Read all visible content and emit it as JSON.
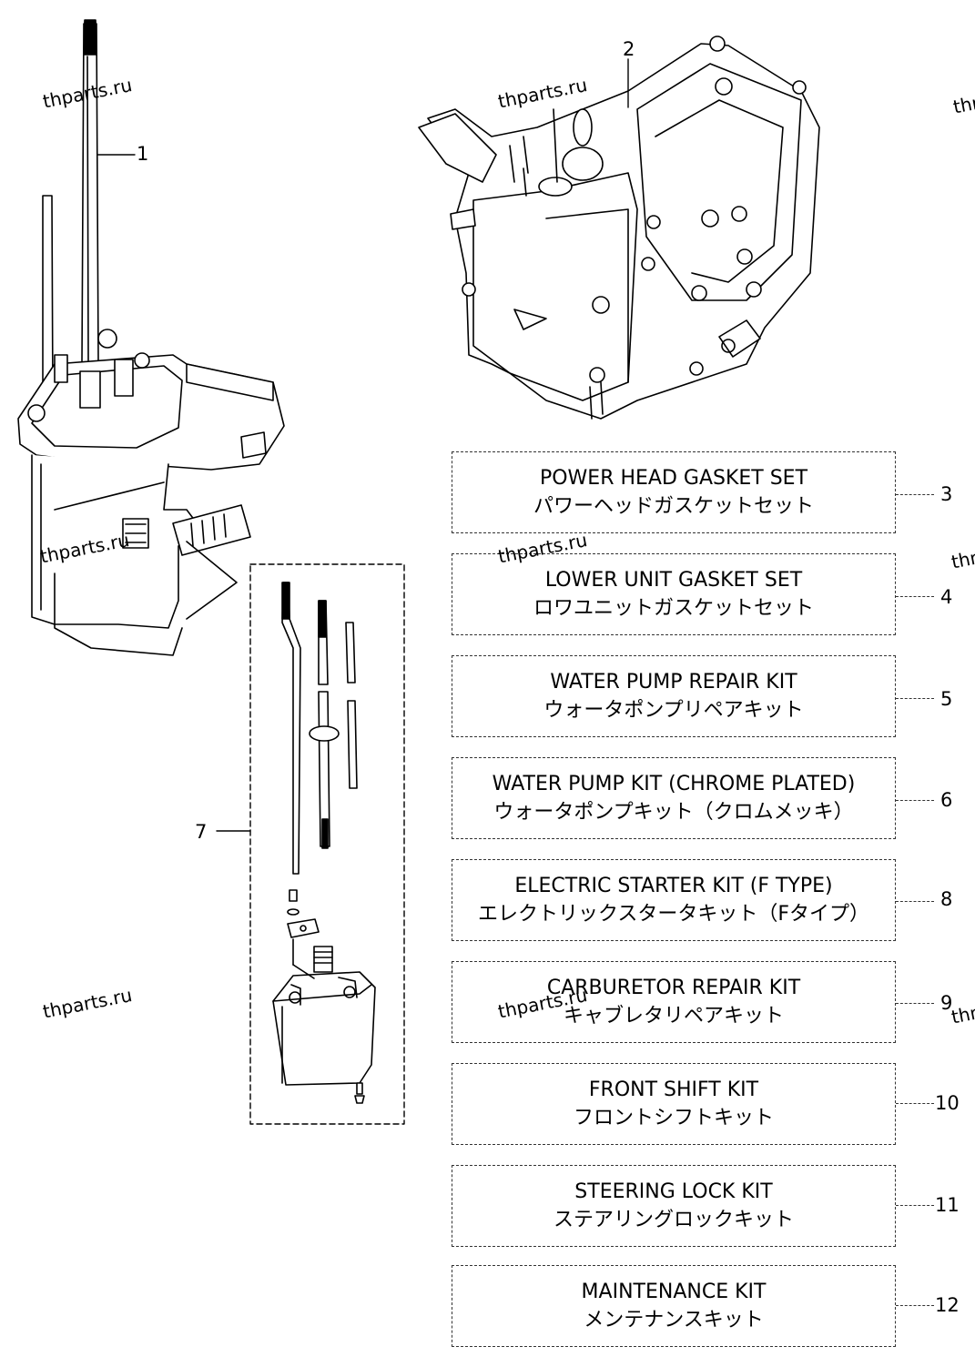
{
  "callouts": {
    "n1": "1",
    "n2": "2",
    "n7": "7"
  },
  "kits": [
    {
      "number": "3",
      "en": "POWER HEAD GASKET SET",
      "jp": "パワーヘッドガスケットセット"
    },
    {
      "number": "4",
      "en": "LOWER UNIT GASKET SET",
      "jp": "ロワユニットガスケットセット"
    },
    {
      "number": "5",
      "en": "WATER PUMP REPAIR KIT",
      "jp": "ウォータポンプリペアキット"
    },
    {
      "number": "6",
      "en": "WATER PUMP KIT (CHROME PLATED)",
      "jp": "ウォータポンプキット（クロムメッキ）"
    },
    {
      "number": "8",
      "en": "ELECTRIC STARTER KIT (F TYPE)",
      "jp": "エレクトリックスタータキット（Fタイプ）"
    },
    {
      "number": "9",
      "en": "CARBURETOR REPAIR KIT",
      "jp": "キャブレタリペアキット"
    },
    {
      "number": "10",
      "en": "FRONT SHIFT KIT",
      "jp": "フロントシフトキット"
    },
    {
      "number": "11",
      "en": "STEERING LOCK KIT",
      "jp": "ステアリングロックキット"
    },
    {
      "number": "12",
      "en": "MAINTENANCE KIT",
      "jp": "メンテナンスキット"
    }
  ],
  "watermarks": {
    "text": "thparts.ru",
    "partial": "thr",
    "partial_short": "thr"
  }
}
